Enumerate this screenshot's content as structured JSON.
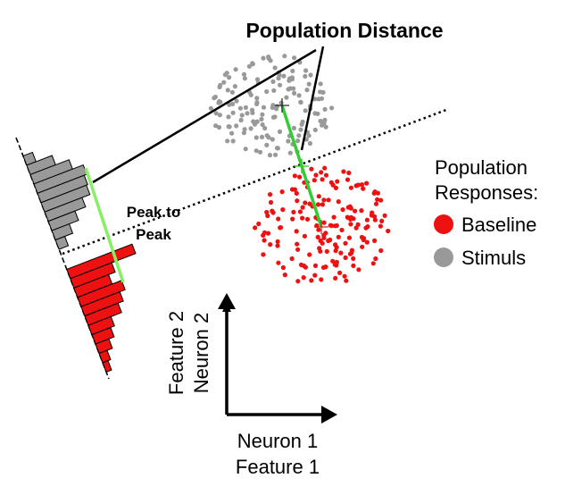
{
  "labels": {
    "title": "Population Distance",
    "peak_to_peak_1": "Peak to",
    "peak_to_peak_2": "Peak",
    "legend_title_1": "Population",
    "legend_title_2": "Responses:",
    "legend_baseline": "Baseline",
    "legend_stimulus": "Stimuls",
    "x_axis_1": "Neuron 1",
    "x_axis_2": "Feature 1",
    "y_axis_1": "Neuron 2",
    "y_axis_2": "Feature 2"
  },
  "colors": {
    "baseline": "#ee1111",
    "stimulus": "#999999",
    "distance_line": "#33cc33",
    "peak_line": "#88ee66",
    "ink": "#000000"
  },
  "distributions": {
    "baseline_histogram": [
      0.98,
      0.62,
      0.52,
      0.66,
      0.58,
      0.5,
      0.34,
      0.28,
      0.2,
      0.12,
      0.08
    ],
    "stimulus_histogram": [
      0.14,
      0.38,
      0.58,
      0.74,
      0.7,
      0.68,
      0.56,
      0.4,
      0.26,
      0.14
    ]
  }
}
